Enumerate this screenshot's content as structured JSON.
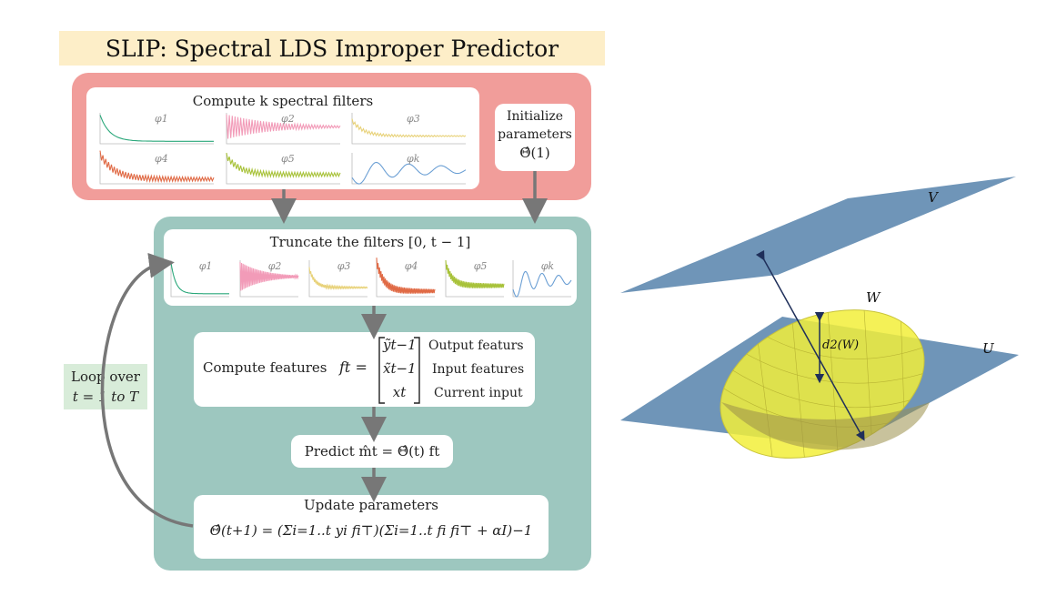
{
  "title": "SLIP: Spectral LDS Improper Predictor",
  "filters_card": {
    "title": "Compute k spectral filters",
    "filters": [
      "φ1",
      "φ2",
      "φ3",
      "φ4",
      "φ5",
      "φk"
    ]
  },
  "init_params": {
    "line1": "Initialize",
    "line2": "parameters",
    "symbol": "Θ̂(1)"
  },
  "truncate_card": {
    "title": "Truncate the filters [0, t − 1]",
    "filters": [
      "φ1",
      "φ2",
      "φ3",
      "φ4",
      "φ5",
      "φk"
    ]
  },
  "features_card": {
    "prefix": "Compute features",
    "lhs": "ft =",
    "entries": [
      "ỹt−1",
      "x̃t−1",
      "xt"
    ],
    "labels": [
      "Output featurs",
      "Input features",
      "Current input"
    ]
  },
  "predict_card": {
    "text": "Predict m̂t = Θ̂(t) ft"
  },
  "update_card": {
    "title": "Update parameters",
    "formula": "Θ̂(t+1) = (Σi=1..t yi fi⊤)(Σi=1..t fi fi⊤ + αI)−1"
  },
  "loop_label": {
    "line1": "Loop over",
    "line2": "t = 1 to T"
  },
  "geometry_figure": {
    "plane_top_label": "V",
    "plane_bottom_label": "U",
    "ellipsoid_label": "W",
    "distance_label": "d2(W)"
  },
  "colors": {
    "banner": "#fdeec8",
    "init_panel": "#f19d9a",
    "loop_panel": "#9dc7bf",
    "loop_label_bg": "#d8ecd9",
    "plane": "#6f95b8",
    "ellipsoid": "#f2ee3a",
    "filter_colors": [
      "#2aa77a",
      "#f29bb8",
      "#e8d27a",
      "#e06a45",
      "#a8c23a",
      "#6b9fd4"
    ]
  }
}
